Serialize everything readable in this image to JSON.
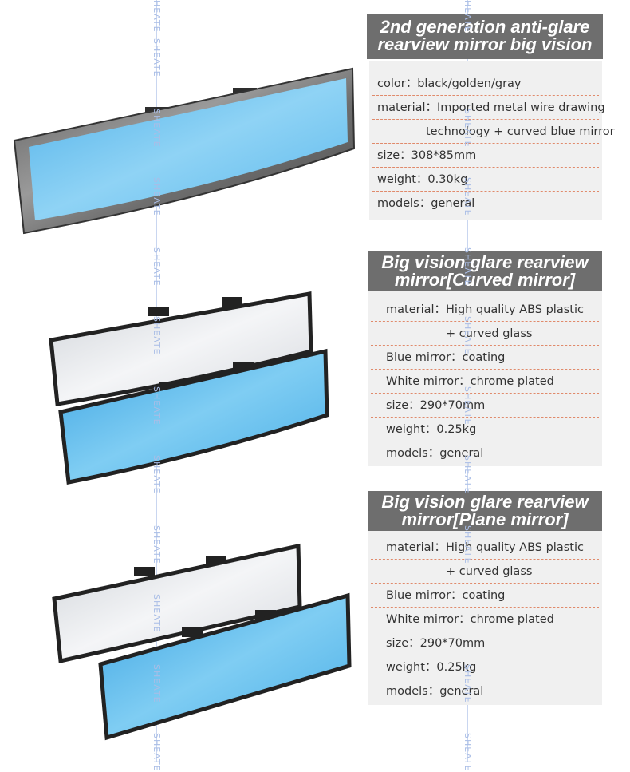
{
  "watermark": "SHEATE",
  "panels": [
    {
      "title_lines": [
        "2nd generation anti-glare",
        "rearview mirror big vision"
      ],
      "rows": [
        "color：black/golden/gray",
        "material：Imported metal wire drawing",
        "technology + curved blue mirror",
        "size：308*85mm",
        "weight：0.30kg",
        "models：general"
      ]
    },
    {
      "title_lines": [
        "Big vision glare rearview",
        "mirror[Curved mirror]"
      ],
      "rows": [
        "material：High quality ABS plastic",
        "+ curved glass",
        "Blue mirror：coating",
        "White mirror：chrome plated",
        "size：290*70mm",
        "weight：0.25kg",
        "models：general"
      ]
    },
    {
      "title_lines": [
        "Big vision glare rearview",
        "mirror[Plane mirror]"
      ],
      "rows": [
        "material：High quality ABS plastic",
        "+ curved glass",
        "Blue mirror：coating",
        "White mirror：chrome plated",
        "size：290*70mm",
        "weight：0.25kg",
        "models：general"
      ]
    }
  ],
  "colors": {
    "header_bg": "#6e6e6e",
    "panel_bg": "#f0f0f0",
    "separator": "#e08a6b",
    "mirror_blue": "#6cc0ee",
    "mirror_white": "#e6e9ed"
  }
}
